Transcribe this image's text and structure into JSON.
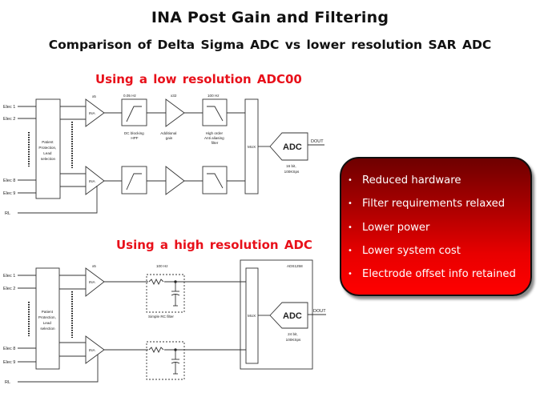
{
  "slide": {
    "title": "INA Post Gain and Filtering",
    "subtitle": "Comparison of Delta Sigma  ADC vs lower resolution  SAR ADC"
  },
  "low_res": {
    "section_title": "Using a low resolution  ADC00",
    "inputs": [
      "Elec 1",
      "Elec 2",
      "Elec 8",
      "Elec 9",
      "RL"
    ],
    "protection_label": [
      "Patient",
      "Protection,",
      "Lead",
      "selection"
    ],
    "ina_label": "INA",
    "ina_gain": "x5",
    "hpf_freq": "0.05 Hz",
    "hpf_label": [
      "DC blocking",
      "HPF"
    ],
    "amp_gain": "x32",
    "amp_label": [
      "Additional",
      "gain"
    ],
    "lpf_freq": "100 Hz",
    "lpf_label": [
      "High order",
      "Anti aliasing",
      "filter"
    ],
    "mux_label": "MUX",
    "adc_label": "ADC",
    "adc_spec": [
      "16 bit,",
      "100KSps"
    ],
    "output_label": "DOUT"
  },
  "high_res": {
    "section_title": "Using a high resolution  ADC",
    "inputs": [
      "Elec 1",
      "Elec 2",
      "Elec 8",
      "Elec 9",
      "RL"
    ],
    "protection_label": [
      "Patient",
      "Protection,",
      "Lead",
      "selection"
    ],
    "ina_label": "INA",
    "ina_gain": "x5",
    "rc_freq": "100 Hz",
    "rc_label": "Simple RC filter",
    "chip_label": "ADS1258",
    "mux_label": "MUX",
    "adc_label": "ADC",
    "adc_spec": [
      "24 bit,",
      "100KSps"
    ],
    "output_label": "DOUT"
  },
  "callout": {
    "bullet_glyph": "•",
    "items": [
      "Reduced hardware",
      "Filter requirements relaxed",
      "Lower power",
      "Lower system cost",
      "Electrode offset info retained"
    ]
  }
}
